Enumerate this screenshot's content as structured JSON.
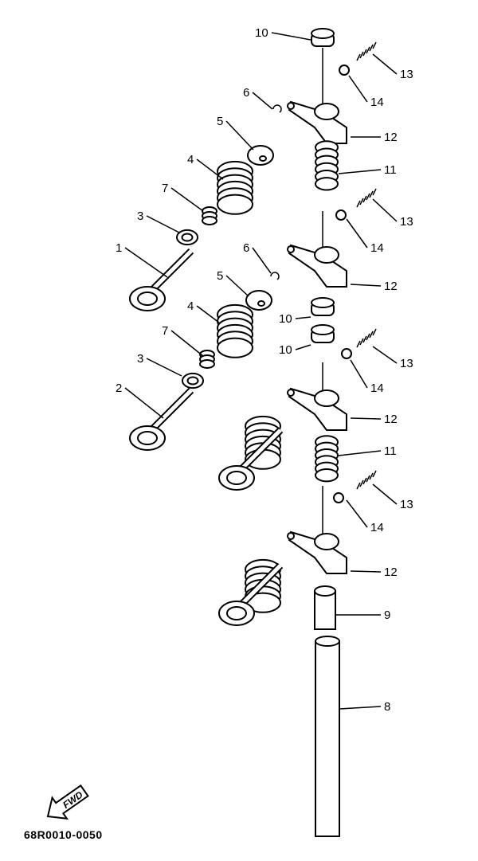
{
  "diagram": {
    "callouts": [
      "10",
      "13",
      "14",
      "6",
      "5",
      "12",
      "4",
      "11",
      "7",
      "3",
      "13",
      "6",
      "14",
      "1",
      "5",
      "12",
      "4",
      "10",
      "7",
      "10",
      "3",
      "13",
      "2",
      "14",
      "12",
      "11",
      "13",
      "14",
      "12",
      "9",
      "8"
    ],
    "fwd_label": "FWD",
    "diagram_code": "68R0010-0050"
  }
}
